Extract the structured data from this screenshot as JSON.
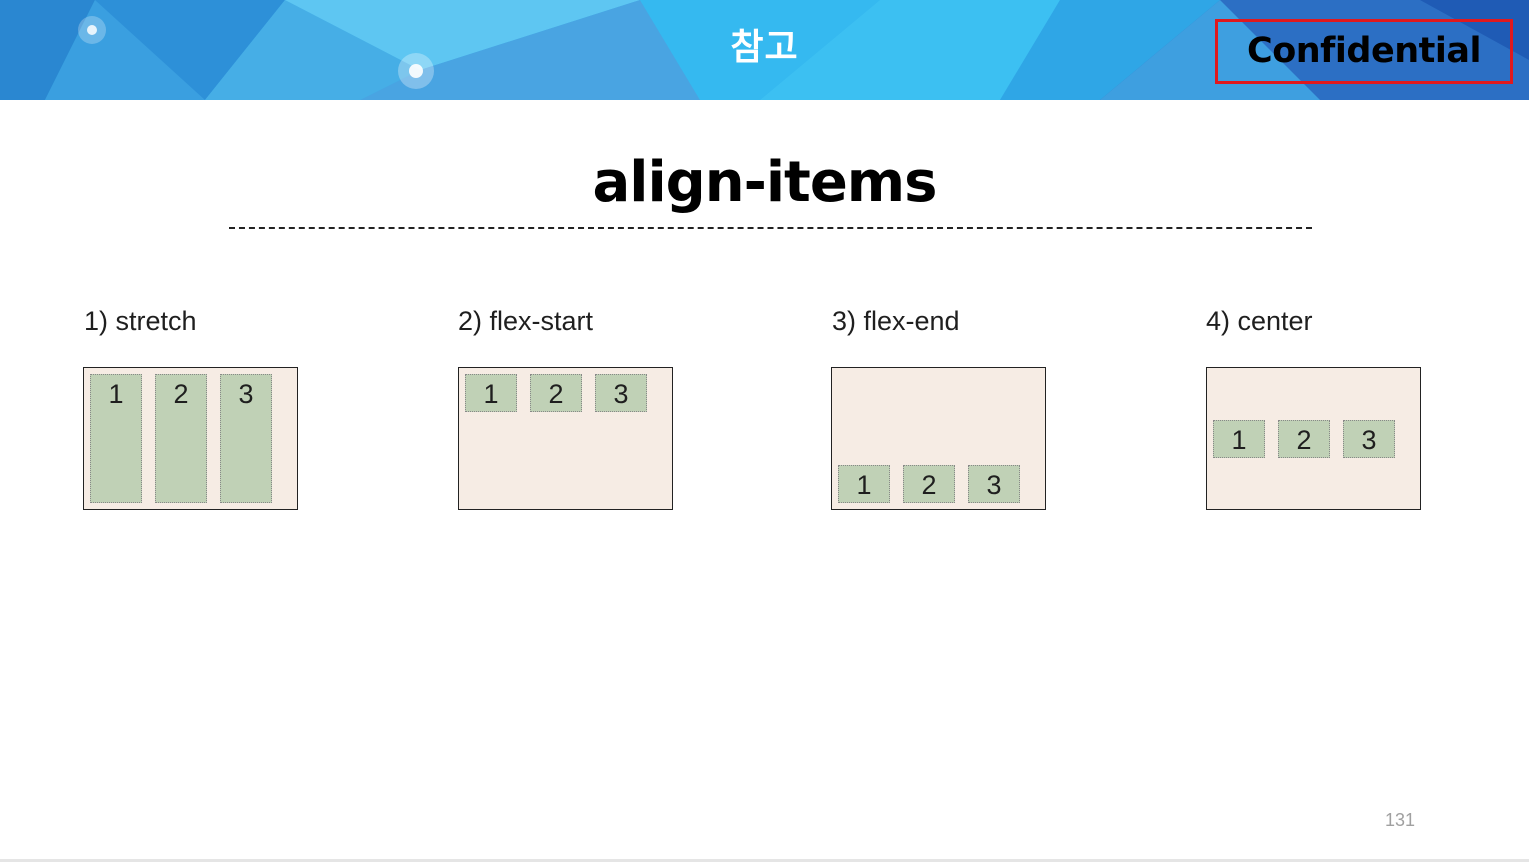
{
  "header": {
    "title": "참고",
    "confidential": "Confidential",
    "colors": {
      "banner": "#3ab2ec",
      "confidential_border": "#e0191e"
    }
  },
  "slide": {
    "title": "align-items",
    "page_number": "131"
  },
  "examples": [
    {
      "label": "1) stretch",
      "items": [
        "1",
        "2",
        "3"
      ]
    },
    {
      "label": "2) flex-start",
      "items": [
        "1",
        "2",
        "3"
      ]
    },
    {
      "label": "3) flex-end",
      "items": [
        "1",
        "2",
        "3"
      ]
    },
    {
      "label": "4) center",
      "items": [
        "1",
        "2",
        "3"
      ]
    }
  ],
  "colors": {
    "container_bg": "#f6ece4",
    "item_bg": "#c0d1b6"
  }
}
